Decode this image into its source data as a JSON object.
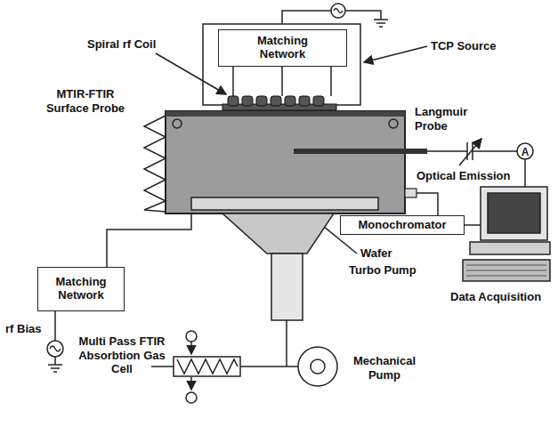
{
  "diagram": {
    "nodes": [
      {
        "text": [
          "Matching Network"
        ]
      },
      {
        "text": [
          "Matching Network"
        ]
      },
      {
        "text": [
          "Monochromator"
        ]
      }
    ],
    "labels": [
      "Spiral rf Coil",
      "TCP Source",
      "Langmuir Probe",
      "MTIR-FTIR Surface Probe",
      "Optical Emission",
      "Wafer",
      "Turbo Pump",
      "Data Acquisition",
      "rf Bias",
      "Multi Pass FTIR Absorbtion Gas Cell",
      "Mechanical Pump"
    ]
  }
}
